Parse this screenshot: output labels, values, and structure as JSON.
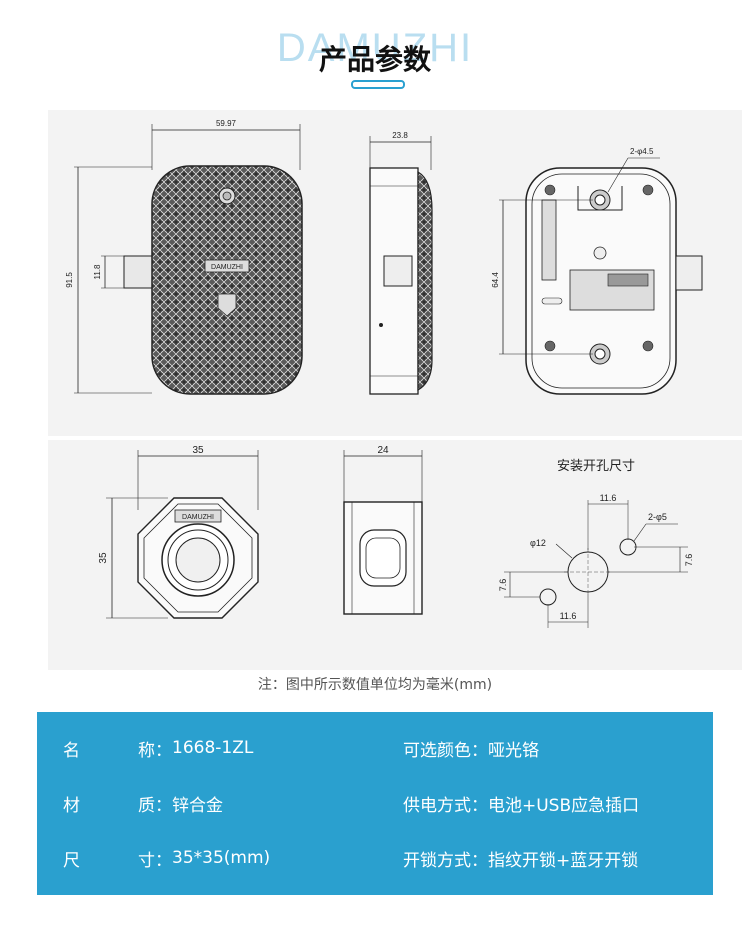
{
  "header": {
    "brand": "DAMUZHI",
    "title": "产品参数"
  },
  "drawing": {
    "top": {
      "width_dim": "59.97",
      "height_dim": "91.5",
      "latch_dim": "11.8",
      "depth_dim": "23.8",
      "hole_dim": "2-φ4.5",
      "hole_spacing": "64.4",
      "logo": "DAMUZHI"
    },
    "bottom": {
      "reader_width": "35",
      "reader_height": "35",
      "reader_depth": "24",
      "logo": "DAMUZHI",
      "install_title": "安装开孔尺寸",
      "hole_main": "φ12",
      "hole_small": "2-φ5",
      "offset_top": "11.6",
      "offset_bottom": "11.6",
      "offset_right": "7.6",
      "offset_left": "7.6"
    }
  },
  "note": "注：图中所示数值单位均为毫米(mm)",
  "specs": {
    "name_label": "名称",
    "name_value": "1668-1ZL",
    "color_label": "可选颜色",
    "color_value": "哑光铬",
    "material_label": "材质",
    "material_value": "锌合金",
    "power_label": "供电方式",
    "power_value": "电池+USB应急插口",
    "size_label": "尺寸",
    "size_value": "35*35(mm)",
    "unlock_label": "开锁方式",
    "unlock_value": "指纹开锁+蓝牙开锁",
    "colon": "："
  }
}
